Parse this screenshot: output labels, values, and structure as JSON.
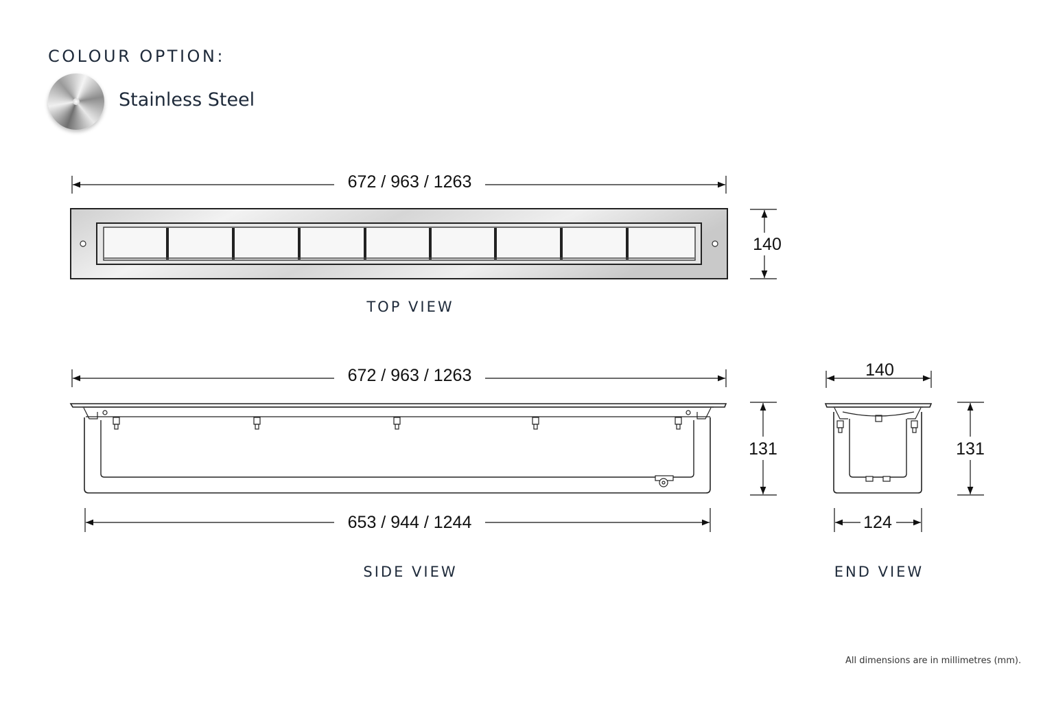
{
  "colour_option": {
    "heading": "COLOUR OPTION:",
    "finish_name": "Stainless Steel",
    "swatch_icon": "brushed-steel-swatch-icon"
  },
  "top_view": {
    "label": "TOP VIEW",
    "length": "672 / 963 / 1263",
    "width": "140"
  },
  "side_view": {
    "label": "SIDE VIEW",
    "overall_length": "672 / 963 / 1263",
    "body_length": "653 / 944 / 1244",
    "height": "131"
  },
  "end_view": {
    "label": "END VIEW",
    "overall_width": "140",
    "body_width": "124",
    "height": "131"
  },
  "footnote": "All dimensions are in millimetres (mm).",
  "colors": {
    "line": "#111111",
    "text": "#1e2a3a"
  }
}
